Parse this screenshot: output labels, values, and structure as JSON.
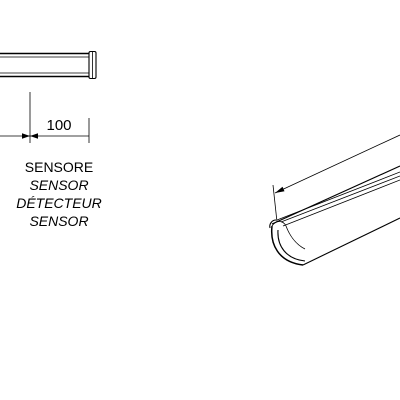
{
  "dimension": {
    "value": "100"
  },
  "label": {
    "lines": [
      {
        "text": "SENSORE",
        "italic": false
      },
      {
        "text": "SENSOR",
        "italic": true
      },
      {
        "text": "DÉTECTEUR",
        "italic": true
      },
      {
        "text": "SENSOR",
        "italic": true
      }
    ]
  },
  "colors": {
    "ink": "#000000",
    "background": "#ffffff"
  }
}
